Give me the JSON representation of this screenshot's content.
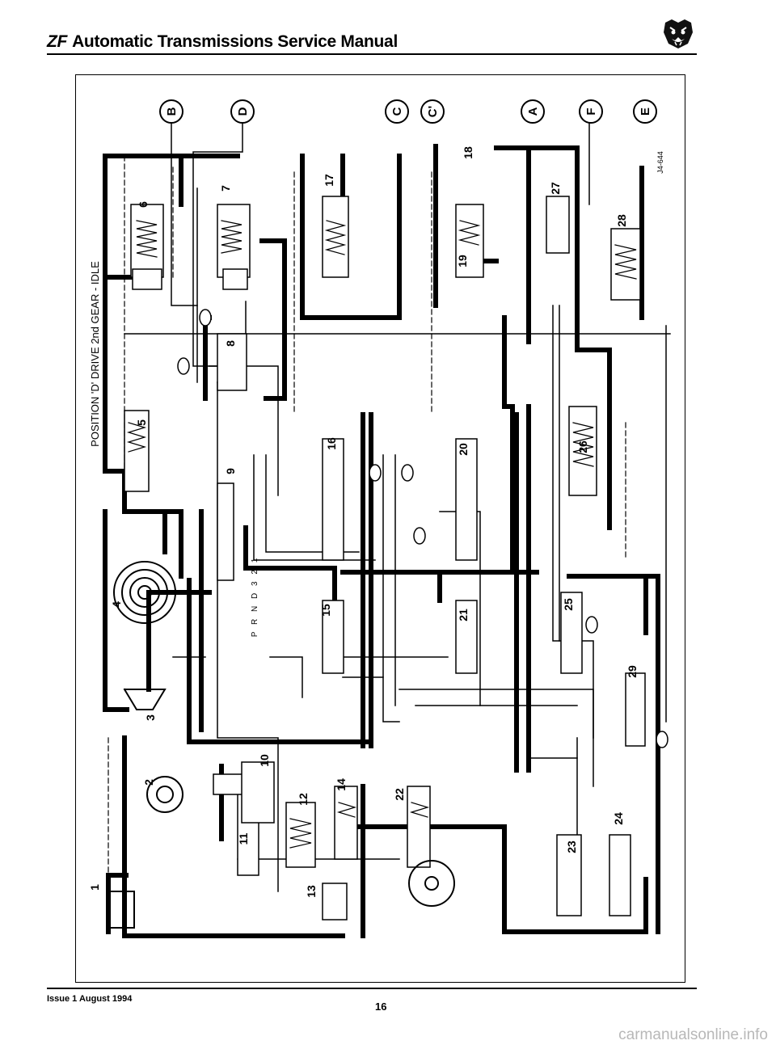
{
  "header": {
    "brand": "ZF",
    "title": "Automatic Transmissions Service Manual"
  },
  "diagram": {
    "caption": "POSITION 'D' DRIVE 2nd GEAR - IDLE",
    "reference": "J4-644",
    "selector_positions": "P R N D 3 2 1",
    "port_labels": [
      "B",
      "D",
      "C",
      "C'",
      "A",
      "F",
      "E"
    ],
    "component_numbers": [
      "1",
      "2",
      "3",
      "4",
      "5",
      "6",
      "7",
      "8",
      "9",
      "10",
      "11",
      "12",
      "13",
      "14",
      "15",
      "16",
      "17",
      "18",
      "19",
      "20",
      "21",
      "22",
      "23",
      "24",
      "25",
      "26",
      "27",
      "28",
      "29"
    ]
  },
  "footer": {
    "issue": "Issue 1 August 1994",
    "page_number": "16"
  },
  "watermark": "carmanualsonline.info"
}
